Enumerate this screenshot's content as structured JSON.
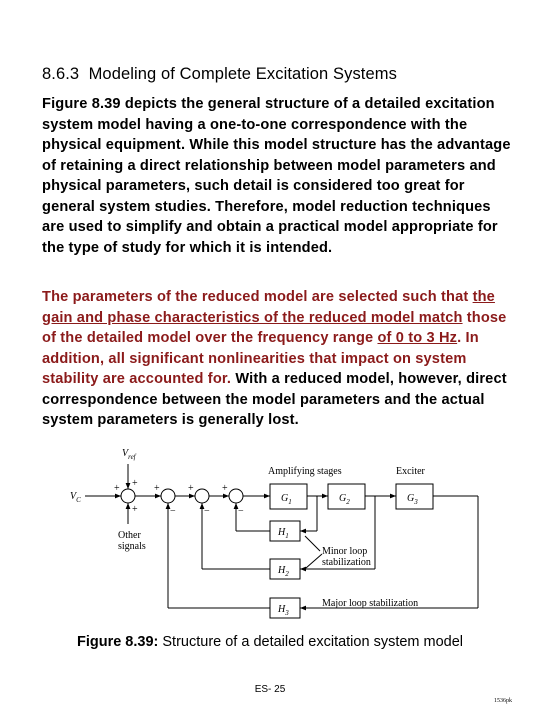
{
  "section": {
    "number": "8.6.3",
    "title": "Modeling of Complete Excitation Systems"
  },
  "paragraph1": "Figure 8.39 depicts the general structure of a detailed excitation system model having a one-to-one correspondence with the physical equipment. While this model structure has the advantage of retaining a direct relationship between model parameters and physical parameters, such detail is considered too great for general system studies. Therefore, model reduction techniques are used to simplify and obtain a practical model appropriate for the type of study for which it is intended.",
  "paragraph2": {
    "part1": "The parameters of the reduced model are selected such that ",
    "part2": "the gain and phase characteristics of the reduced model match",
    "part3": " those of the detailed model over the frequency range ",
    "part4": "of 0 to 3 Hz",
    "part5": ".  In addition, all significant nonlinearities that impact on system stability are accounted for.",
    "part6": "  With a reduced model, however, direct correspondence between the model parameters and the actual system parameters is generally lost."
  },
  "diagram": {
    "vref": "V",
    "vref_sub": "ref",
    "vc": "V",
    "vc_sub": "C",
    "other_signals_line1": "Other",
    "other_signals_line2": "signals",
    "amplifying_stages": "Amplifying stages",
    "exciter": "Exciter",
    "g1": "G",
    "g1_sub": "1",
    "g2": "G",
    "g2_sub": "2",
    "g3": "G",
    "g3_sub": "3",
    "h1": "H",
    "h1_sub": "1",
    "h2": "H",
    "h2_sub": "2",
    "h3": "H",
    "h3_sub": "3",
    "minor_loop_line1": "Minor loop",
    "minor_loop_line2": "stabilization",
    "major_loop": "Major loop stabilization",
    "plus": "+",
    "minus": "−"
  },
  "caption": {
    "label": "Figure 8.39:",
    "text": "  Structure of a detailed excitation system model"
  },
  "page_number": "ES- 25",
  "doc_code": "1536pk"
}
